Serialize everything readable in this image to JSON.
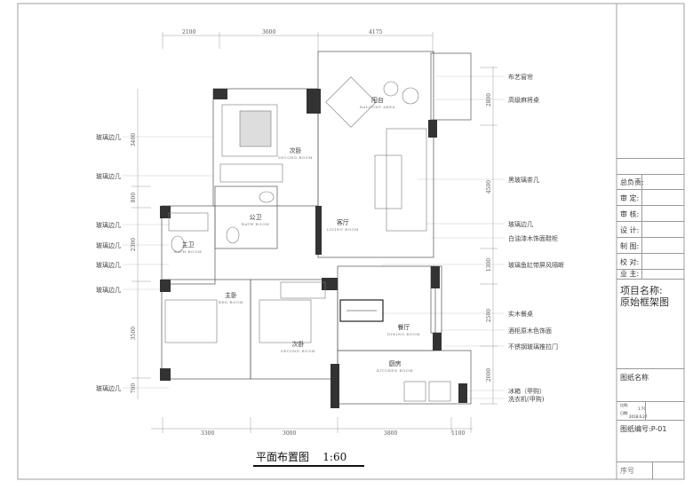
{
  "drawing_title": "平面布置图",
  "drawing_scale": "1:60",
  "top_dimensions": [
    "2100",
    "3600",
    "4175"
  ],
  "bottom_dimensions": [
    "3300",
    "3000",
    "3800",
    "1100"
  ],
  "left_dimensions": [
    "3400",
    "800",
    "2300",
    "3500",
    "700"
  ],
  "right_dimensions": [
    "2800",
    "4500",
    "1300",
    "2500",
    "2000"
  ],
  "left_labels": [
    "玻璃边几",
    "玻璃边几",
    "玻璃边几",
    "玻璃边几",
    "玻璃边几",
    "玻璃边几",
    "玻璃边几"
  ],
  "right_labels": [
    "布艺窗帘",
    "高级麻将桌",
    "黑玻璃茶几",
    "玻璃边几",
    "白油漆木饰面鞋柜",
    "玻璃鱼缸带屏风隔断",
    "实木餐桌",
    "酒柜原木色饰面",
    "不锈钢玻璃推拉门",
    "冰箱（甲购）",
    "洗衣机(甲购)"
  ],
  "rooms": [
    {
      "cn": "阳台",
      "en": "BALCONY AREA"
    },
    {
      "cn": "次卧",
      "en": "SECOND ROOM"
    },
    {
      "cn": "公卫",
      "en": "BATH ROOM"
    },
    {
      "cn": "客厅",
      "en": "LIVING ROOM"
    },
    {
      "cn": "主卫",
      "en": "BATH ROOM"
    },
    {
      "cn": "主卧",
      "en": "BED ROOM"
    },
    {
      "cn": "次卧",
      "en": "SECOND ROOM"
    },
    {
      "cn": "餐厅",
      "en": "DINING ROOM"
    },
    {
      "cn": "厨房",
      "en": "KITCHEN ROOM"
    }
  ],
  "title_block": {
    "rows": [
      "总负责:",
      "审 定:",
      "审 核:",
      "设 计:",
      "制 图:",
      "校 对:",
      "业 主:"
    ],
    "project_label": "项目名称:",
    "project_name": "原始框架图",
    "drawing_name_label": "图纸名称",
    "scale_label": "比例:",
    "scale_value": "1:70",
    "date_label": "日期:",
    "date_value": "2018.6.27",
    "drawing_no": "图纸编号:P-01",
    "seq_label": "序号"
  }
}
